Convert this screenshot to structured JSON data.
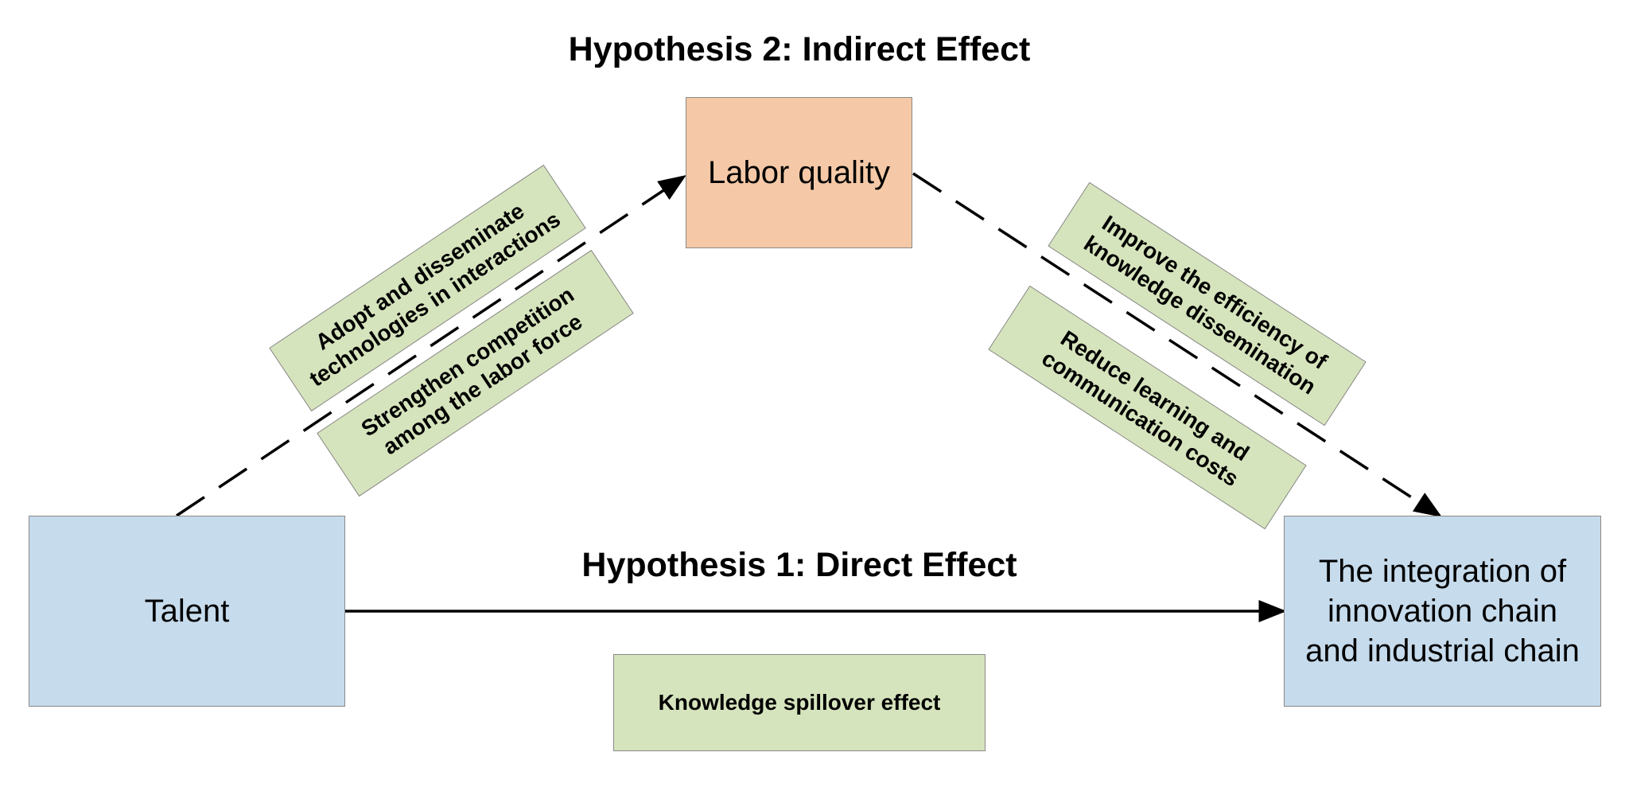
{
  "titles": {
    "indirect": "Hypothesis 2: Indirect Effect",
    "direct": "Hypothesis 1: Direct Effect"
  },
  "nodes": {
    "mediator": "Labor quality",
    "source": "Talent",
    "target": [
      "The integration of",
      "innovation chain",
      "and industrial chain"
    ]
  },
  "mechanisms": {
    "left_upper": [
      "Adopt and disseminate",
      "technologies in interactions"
    ],
    "left_lower": [
      "Strengthen competition",
      "among the labor force"
    ],
    "right_upper": [
      "Improve the efficiency of",
      "knowledge dissemination"
    ],
    "right_lower": [
      "Reduce learning and",
      "communication costs"
    ],
    "direct": "Knowledge spillover effect"
  },
  "colors": {
    "mediator_fill": "#f5c9a7",
    "node_fill": "#c6dbec",
    "mechanism_fill": "#d6e4bd",
    "arrow": "#000000"
  }
}
